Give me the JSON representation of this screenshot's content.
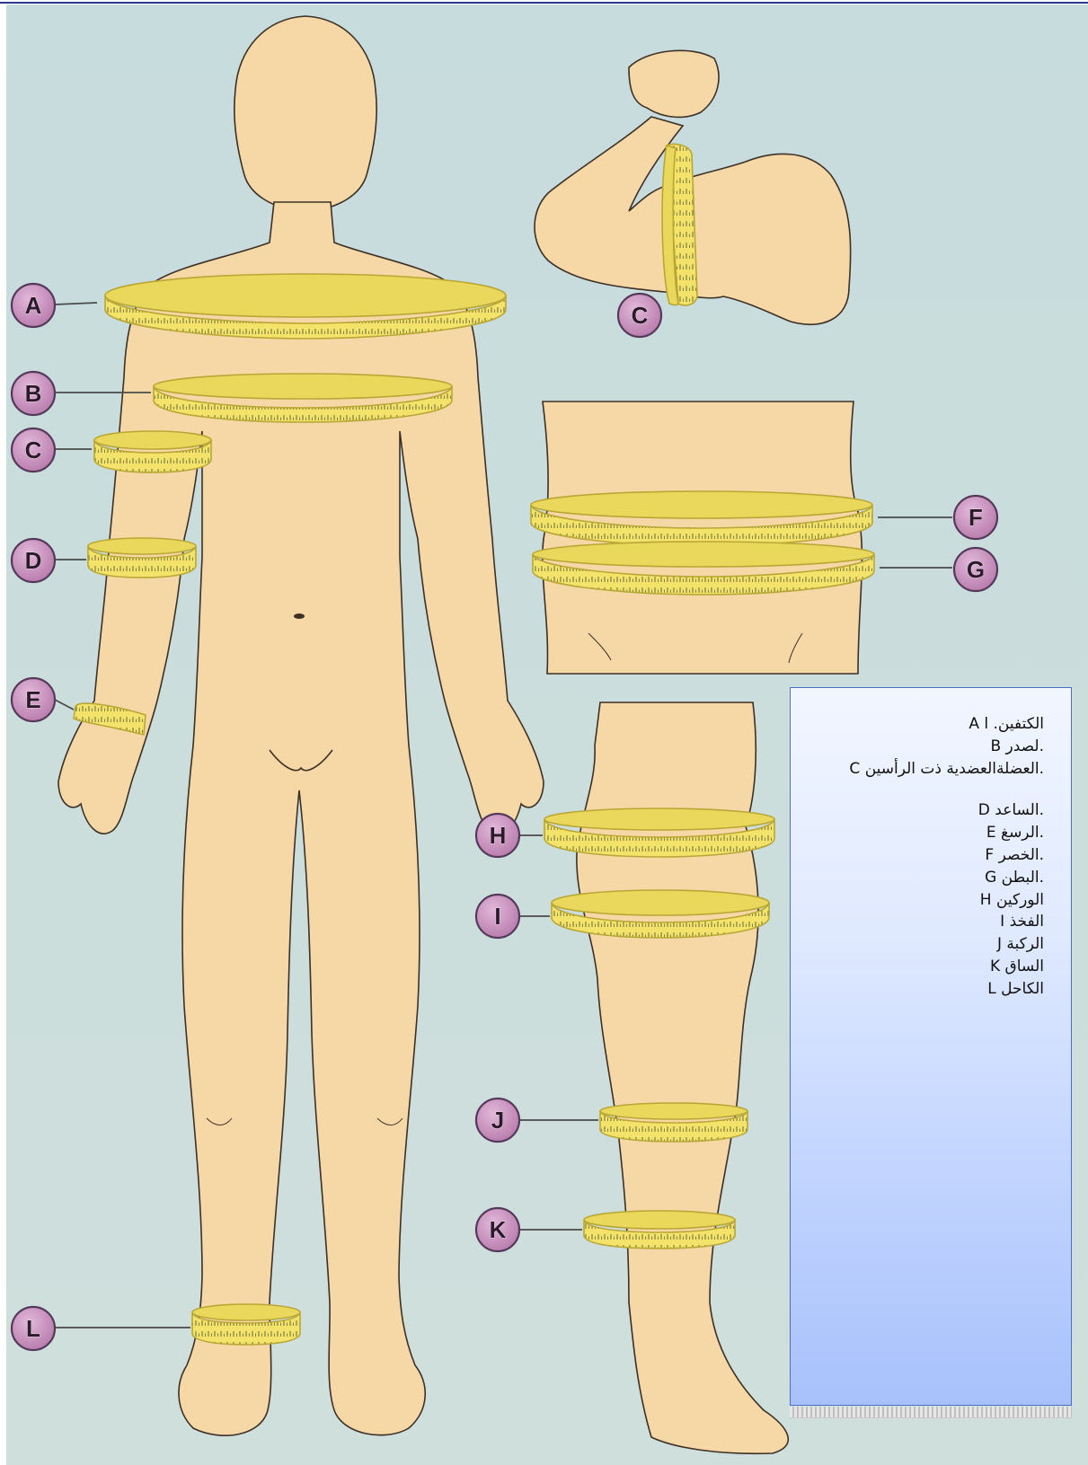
{
  "labels": [
    "A",
    "B",
    "C",
    "C",
    "D",
    "E",
    "F",
    "G",
    "H",
    "I",
    "J",
    "K",
    "L"
  ],
  "legend": [
    "A الكتفين. ا",
    "B لصدر.",
    "C العضلةالعضدية ذت الرأسين.",
    "D الساعد.",
    "E الرسغ.",
    "F الخصر.",
    "G  البطن.",
    "H الوركين",
    "I  الفخذ",
    "J الركبة",
    "K الساق",
    "L الكاحل"
  ],
  "colors": {
    "background": "#c9dcdc",
    "skin": "#f6d7a6",
    "tape": "#f3e36a",
    "tape_edge": "#b9a735",
    "label_fill": "#c994bf",
    "label_stroke": "#55395a",
    "legend_border": "#4a6fc6"
  }
}
